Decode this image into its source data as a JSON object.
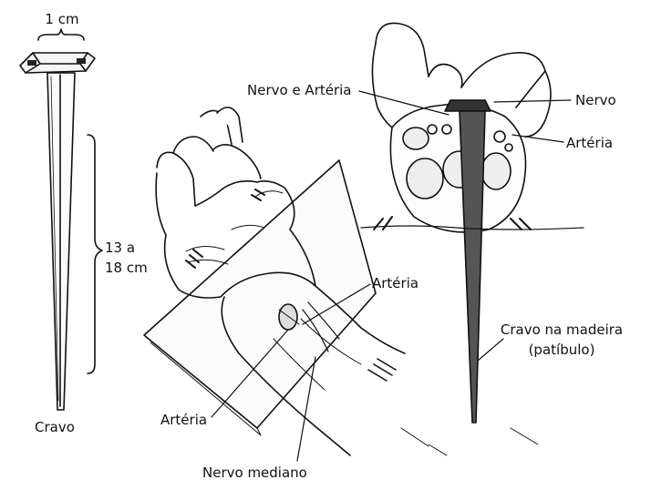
{
  "labels": {
    "nail_width": "1 cm",
    "nail_length_line1": "13 a",
    "nail_length_line2": "18 cm",
    "nail": "Cravo",
    "nerve_and_artery": "Nervo e Artéria",
    "nerve": "Nervo",
    "artery_cross_section": "Artéria",
    "artery_wrist": "Artéria",
    "artery_lower": "Artéria",
    "median_nerve": "Nervo mediano",
    "nail_in_wood_line1": "Cravo na madeira",
    "nail_in_wood_line2": "(patíbulo)"
  }
}
